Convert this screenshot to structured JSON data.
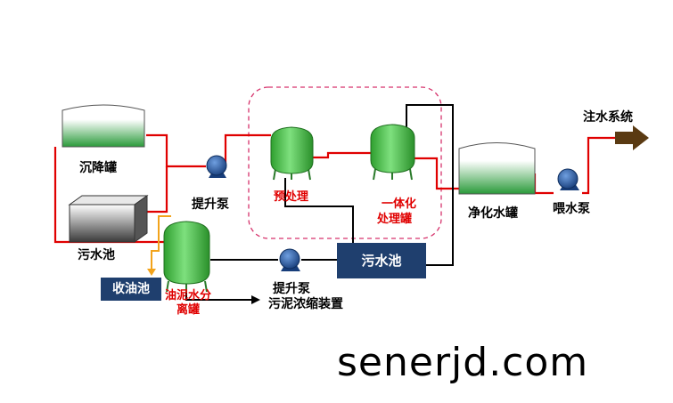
{
  "labels": {
    "sedimentation_tank": "沉降罐",
    "sewage_pit_left": "污水池",
    "lift_pump_top": "提升泵",
    "pretreatment": "预处理",
    "integrated_tank": "一体化",
    "integrated_tank_2": "处理罐",
    "clean_water_tank": "净化水罐",
    "feed_pump": "喂水泵",
    "injection_system": "注水系统",
    "oil_collection_pit": "收油池",
    "oil_sludge_separator": "油泥水分",
    "oil_sludge_separator_2": "离罐",
    "lift_pump_bottom": "提升泵",
    "sludge_thickener": "污泥浓缩装置",
    "sewage_pool_box": "污水池"
  },
  "watermark": "senerjd.com",
  "colors": {
    "pipe_red": "#e00000",
    "pipe_black": "#000000",
    "pipe_orange": "#f2a31b",
    "tank_green": "#33b233",
    "pump_blue": "#1e4f9a",
    "box_navy": "#1f3f6e",
    "dashed_pink": "#d6336c",
    "arrow_brown": "#5a3a12"
  }
}
